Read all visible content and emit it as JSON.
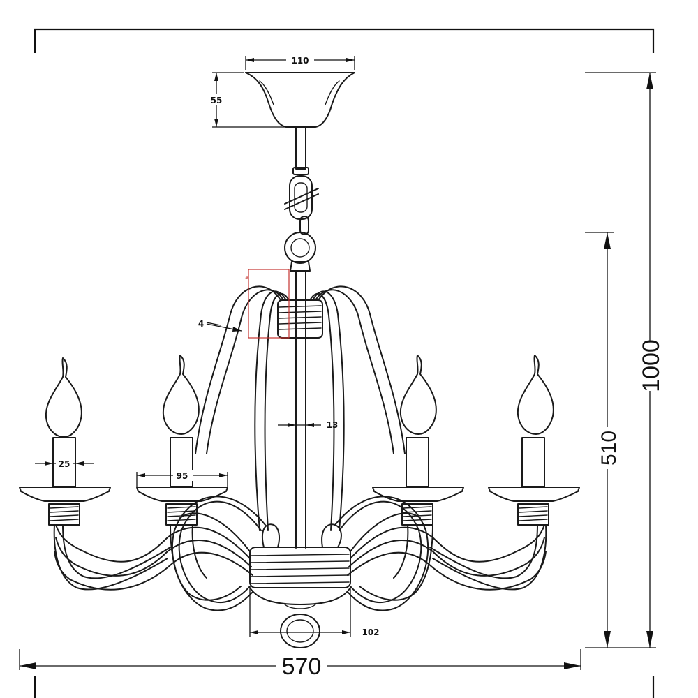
{
  "drawing": {
    "dimensions": {
      "height_total": "1000",
      "height_body": "510",
      "width_total": "570",
      "canopy_width": "110",
      "canopy_height": "55",
      "stem_diameter": "13",
      "candle_diameter": "25",
      "cup_diameter": "95",
      "center_body_width": "102",
      "wire_angle": "4"
    }
  }
}
